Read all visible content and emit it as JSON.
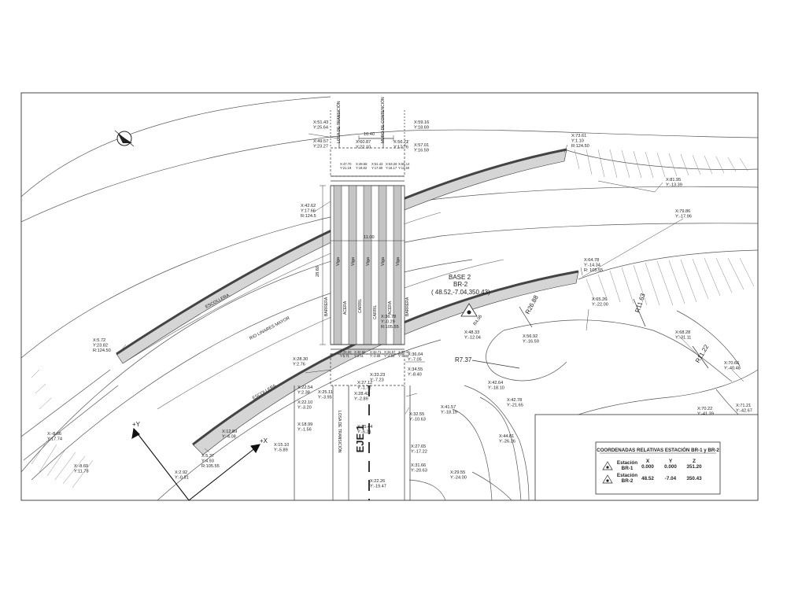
{
  "labels": {
    "escollera_top": "ESCOLLERA",
    "escollera_bottom": "ESCOLLERA",
    "rio": "RIO LINARES MAYOR",
    "base_title": "BASE 2",
    "base_name": "BR-2",
    "base_coords": "( 48.52,-7.04,350.43)",
    "losa_top": "LOSA DE TRANSICIÓN",
    "muro_top": "MURO DE CONTENCIÓN",
    "losa_bottom": "LOSA DE TRANSICIÓN",
    "eje": "EJE 1",
    "axis_y": "+Y",
    "axis_x": "+X",
    "dim_width_top": "10.40",
    "dim_width_mid": "11.00",
    "dim_length": "28.60",
    "viga": "Viga",
    "barrera": "BARRERA",
    "acera": "ACERA",
    "carril": "CARRIL",
    "r1": "R26.88",
    "r2": "R11.63",
    "r3": "R11.22",
    "r4": "R7.37",
    "r5": "R4.05"
  },
  "coordinates": [
    {
      "x": "X:51.43",
      "y": "Y:25.64"
    },
    {
      "x": "X:59.16",
      "y": "Y:18.69"
    },
    {
      "x": "X:49.57",
      "y": "Y:23.27"
    },
    {
      "x": "X:60.87",
      "y": "Y:22.10"
    },
    {
      "x": "X:56.71",
      "y": "Y:17.76"
    },
    {
      "x": "X:57.01",
      "y": "Y:16.59"
    },
    {
      "x": "X:47.70",
      "y": "Y:21.19"
    },
    {
      "x": "X:49.58",
      "y": "Y:19.82"
    },
    {
      "x": "X:51.42",
      "y": "Y:17.80"
    },
    {
      "x": "X:53.26",
      "y": "Y:16.17"
    },
    {
      "x": "X:55.14",
      "y": "Y:14.50"
    },
    {
      "x": "X:73.61",
      "y": "Y:1.10",
      "r": "R:124.50"
    },
    {
      "x": "X:81.95",
      "y": "Y:-13.39"
    },
    {
      "x": "X:42.62",
      "y": "Y:17.66",
      "r": "R:124.5"
    },
    {
      "x": "X:79.86",
      "y": "Y:-17.96"
    },
    {
      "x": "X:64.78",
      "y": "Y:-14.34",
      "r": "R: 105.55"
    },
    {
      "x": "X:65.26",
      "y": "Y:-22.00"
    },
    {
      "x": "X:36.78",
      "y": "Y:-0.29",
      "r": "R:105.55"
    },
    {
      "x": "X:48.33",
      "y": "Y:-12.04"
    },
    {
      "x": "X:56.92",
      "y": "Y:-16.59"
    },
    {
      "x": "X:68.28",
      "y": "Y:-31.11"
    },
    {
      "x": "X:5.72",
      "y": "Y:23.82",
      "r": "R:124.50"
    },
    {
      "x": "X:28.90",
      "y": "Y:5.71"
    },
    {
      "x": "X:30.80",
      "y": "Y:3.31"
    },
    {
      "x": "X:32.71",
      "y": "Y:-2.88"
    },
    {
      "x": "X:34.57",
      "y": "Y:-4.83"
    },
    {
      "x": "X:36.43",
      "y": "Y:-6.32"
    },
    {
      "x": "X:36.04",
      "y": "Y:-7.05"
    },
    {
      "x": "X:28.30",
      "y": "Y:2.76"
    },
    {
      "x": "X:33.23",
      "y": "Y:-7.23"
    },
    {
      "x": "X:34.55",
      "y": "Y:-8.40"
    },
    {
      "x": "X:27.12",
      "y": "Y:-1.72"
    },
    {
      "x": "X:70.66",
      "y": "Y:-40.48"
    },
    {
      "x": "X:42.64",
      "y": "Y:-18.10"
    },
    {
      "x": "X:22.54",
      "y": "Y:2.38"
    },
    {
      "x": "X:25.11",
      "y": "Y:-3.95"
    },
    {
      "x": "X:28.42",
      "y": "Y:-2.89"
    },
    {
      "x": "X:22.10",
      "y": "Y:-3.20"
    },
    {
      "x": "X:42.78",
      "y": "Y:-21.65"
    },
    {
      "x": "X:32.55",
      "y": "Y:-10.63"
    },
    {
      "x": "X:41.57",
      "y": "Y:-18.19"
    },
    {
      "x": "X:70.22",
      "y": "Y:-41.39"
    },
    {
      "x": "X:71.21",
      "y": "Y:-42.67"
    },
    {
      "x": "X:18.99",
      "y": "Y:-1.56"
    },
    {
      "x": "X:25.44",
      "y": "Y:-6.21"
    },
    {
      "x": "X:-8.66",
      "y": "Y:17.74"
    },
    {
      "x": "X:12.89",
      "y": "Y:-4.08"
    },
    {
      "x": "X:44.81",
      "y": "Y:-26.26"
    },
    {
      "x": "X:15.10",
      "y": "Y:-5.89"
    },
    {
      "x": "X:5.37",
      "y": "Y:4.93",
      "r": "R:105.55"
    },
    {
      "x": "X:27.65",
      "y": "Y:-17.22"
    },
    {
      "x": "X:-8.69",
      "y": "Y:11.78"
    },
    {
      "x": "X:31.66",
      "y": "Y:-20.63"
    },
    {
      "x": "X:29.55",
      "y": "Y:-24.00"
    },
    {
      "x": "X:2.92",
      "y": "Y:-0.81"
    },
    {
      "x": "X:22.26",
      "y": "Y:-19.47"
    }
  ],
  "station_table": {
    "title": "COORDENADAS RELATIVAS ESTACIÓN BR-1 y BR-2",
    "headers": [
      "X",
      "Y",
      "Z"
    ],
    "label_prefix": "Estación",
    "rows": [
      {
        "name": "BR-1",
        "x": "0.000",
        "y": "0.000",
        "z": "351.20"
      },
      {
        "name": "BR-2",
        "x": "48.52",
        "y": "-7.04",
        "z": "350.43"
      }
    ]
  }
}
